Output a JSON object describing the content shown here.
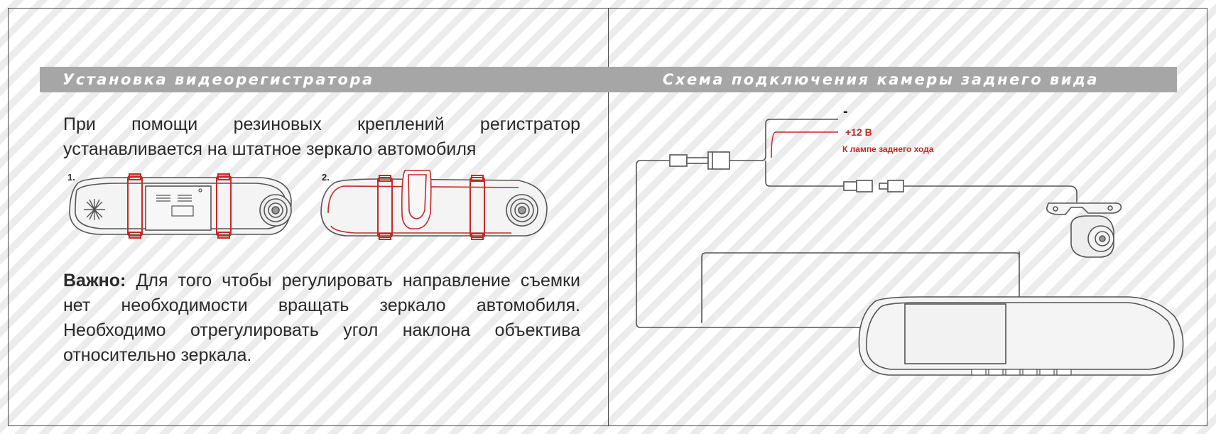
{
  "left_section": {
    "title": "Установка видеорегистратора",
    "paragraph1": "При помощи резиновых креплений регистратор устанавливается на штатное зеркало автомобиля",
    "figure1_label": "1.",
    "figure2_label": "2.",
    "important_label": "Важно:",
    "paragraph2": "Для того чтобы регулировать направление съемки нет необходимости вращать зеркало автомобиля. Необходимо отрегулировать угол наклона объектива относительно зеркала."
  },
  "right_section": {
    "title": "Схема подключения камеры заднего вида",
    "minus_label": "-",
    "plus_label": "+12 В",
    "reverse_lamp_label": "К лампе заднего хода"
  },
  "colors": {
    "accent_red": "#c62828",
    "header_bar": "#a6a6a6",
    "line": "#555555"
  }
}
